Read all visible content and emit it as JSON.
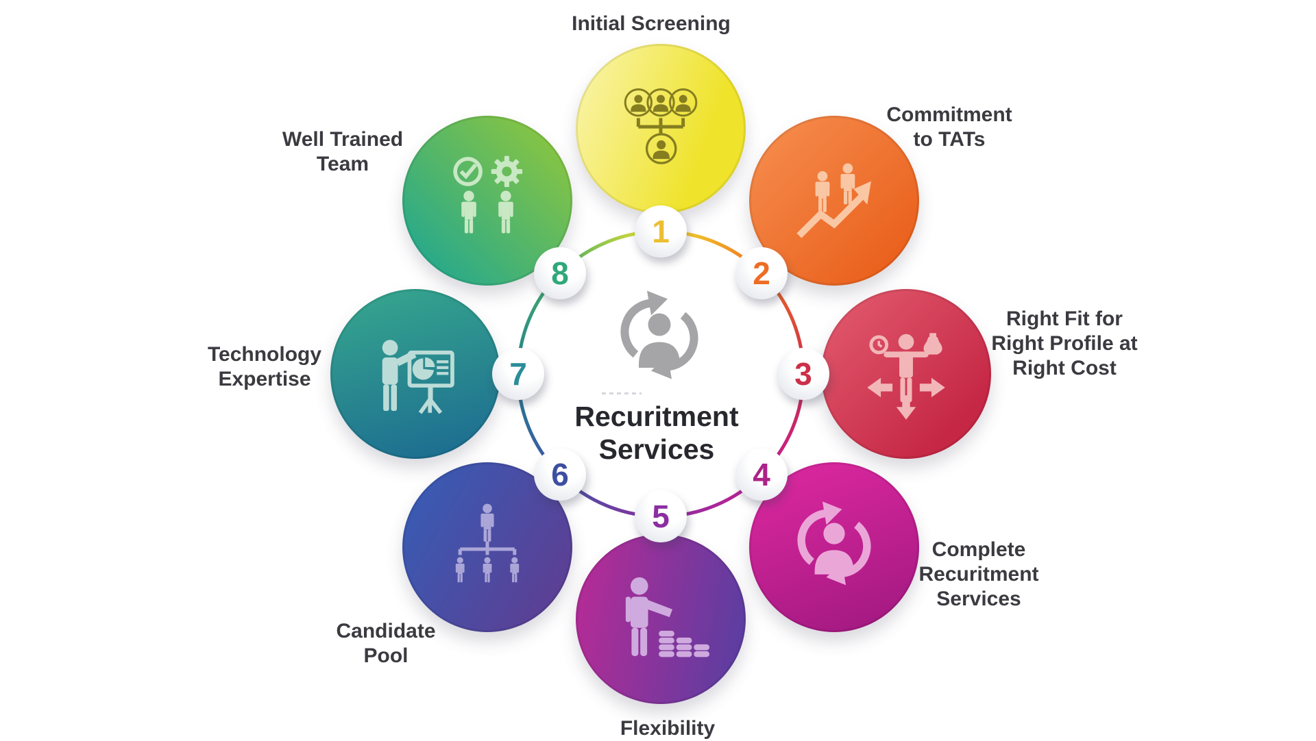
{
  "diagram": {
    "type": "circular-process",
    "steps_count": 8
  },
  "center": {
    "icon": "recycle-person-icon",
    "icon_color": "#a5a5a8",
    "title_lines": [
      "Recuritment",
      "Services"
    ],
    "title_color": "#27272e"
  },
  "items": [
    {
      "number": "1",
      "lines": [
        "Initial Screening"
      ],
      "circle_color": "#f0e32b",
      "number_color": "#ecbe32",
      "icon": "initial-screening-icon",
      "icon_color": "#857d20"
    },
    {
      "number": "2",
      "lines": [
        "Commitment",
        "to TATs"
      ],
      "circle_color": "#ed6a21",
      "number_color": "#ed6d24",
      "icon": "people-growth-arrow-icon",
      "icon_color": "#f9c7a4"
    },
    {
      "number": "3",
      "lines": [
        "Right Fit for",
        "Right Profile at",
        "Right Cost"
      ],
      "circle_color": "#cd2b49",
      "number_color": "#cc3049",
      "icon": "person-choice-arrows-icon",
      "icon_color": "#f2b6b8"
    },
    {
      "number": "4",
      "lines": [
        "Complete",
        "Recuritment",
        "Services"
      ],
      "circle_color": "#c01d90",
      "number_color": "#ab2388",
      "icon": "recycle-person-icon",
      "icon_color": "#eba6d8"
    },
    {
      "number": "5",
      "lines": [
        "Flexibility"
      ],
      "circle_color": "#8c2f9e",
      "number_color": "#8b2fa0",
      "icon": "person-coins-icon",
      "icon_color": "#cfaade"
    },
    {
      "number": "6",
      "lines": [
        "Candidate",
        "Pool"
      ],
      "circle_color": "#44509f",
      "number_color": "#3d4fa1",
      "icon": "candidate-pool-icon",
      "icon_color": "#aba6d8"
    },
    {
      "number": "7",
      "lines": [
        "Technology",
        "Expertise"
      ],
      "circle_color": "#22808f",
      "number_color": "#2a8d99",
      "icon": "presenter-board-icon",
      "icon_color": "#bcdcd8"
    },
    {
      "number": "8",
      "lines": [
        "Well Trained",
        "Team"
      ],
      "circle_color": "#4fae63",
      "number_color": "#2fa879",
      "icon": "clock-gear-team-icon",
      "icon_color": "#c9e8c4"
    }
  ]
}
